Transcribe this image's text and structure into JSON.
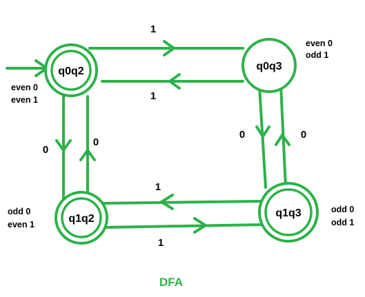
{
  "colors": {
    "accent": "#2eb14a",
    "text": "#000000"
  },
  "states": {
    "q0q2": {
      "label": "q0q2",
      "accepting": true,
      "start": true
    },
    "q0q3": {
      "label": "q0q3",
      "accepting": false
    },
    "q1q2": {
      "label": "q1q2",
      "accepting": true
    },
    "q1q3": {
      "label": "q1q3",
      "accepting": true
    }
  },
  "transitions": {
    "q0q2_to_q0q3": "1",
    "q0q3_to_q0q2": "1",
    "q0q2_to_q1q2": "0",
    "q1q2_to_q0q2": "0",
    "q0q3_to_q1q3": "0",
    "q1q3_to_q0q3": "0",
    "q1q3_to_q1q2": "1",
    "q1q2_to_q1q3": "1"
  },
  "notes": {
    "q0q2": [
      "even 0",
      "even 1"
    ],
    "q0q3": [
      "even 0",
      "odd 1"
    ],
    "q1q2": [
      "odd 0",
      "even 1"
    ],
    "q1q3": [
      "odd 0",
      "odd 1"
    ]
  },
  "title": "DFA"
}
